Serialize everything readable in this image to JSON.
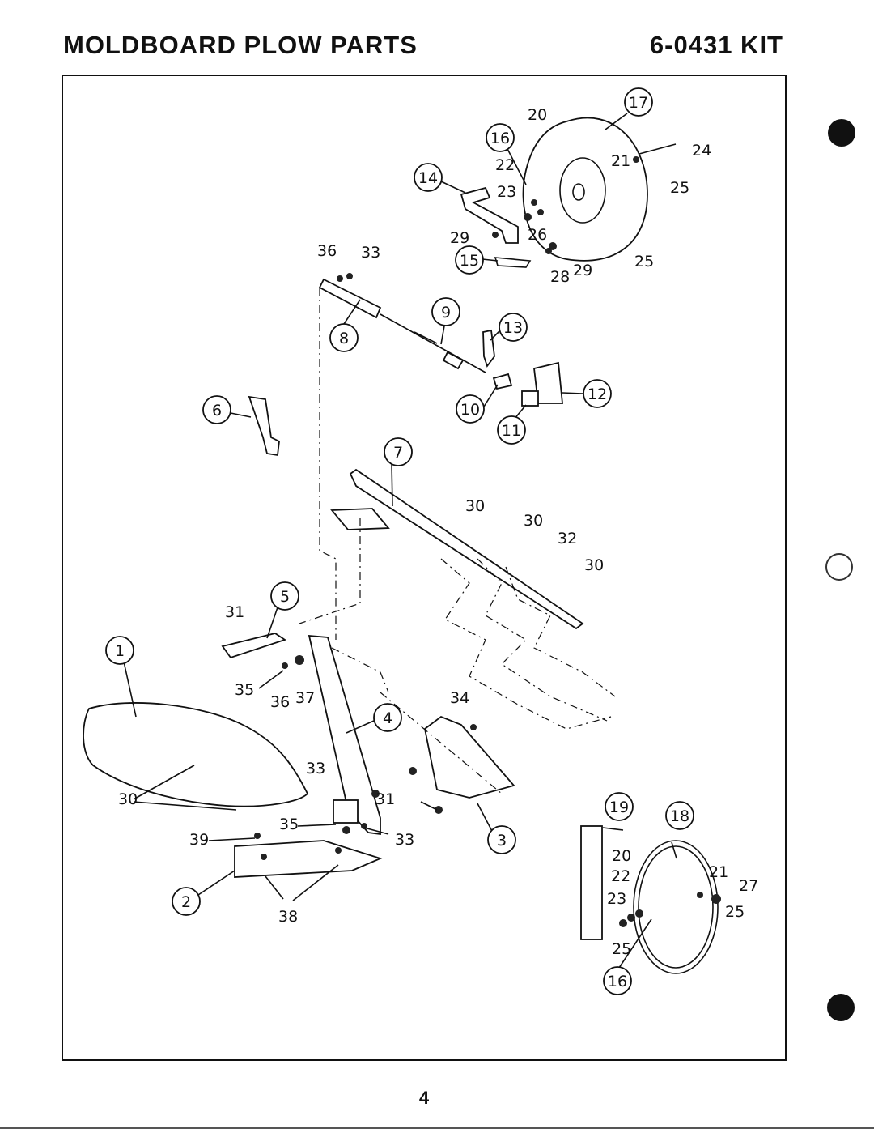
{
  "header": {
    "title": "MOLDBOARD PLOW PARTS",
    "kit": "6-0431 KIT"
  },
  "page_number": "4",
  "diagram": {
    "callouts": [
      "1",
      "2",
      "3",
      "4",
      "5",
      "6",
      "7",
      "8",
      "9",
      "10",
      "11",
      "12",
      "13",
      "14",
      "15",
      "16",
      "17",
      "18",
      "19",
      "16"
    ],
    "labels": [
      "20",
      "21",
      "22",
      "23",
      "24",
      "25",
      "26",
      "29",
      "25",
      "28",
      "29",
      "36",
      "33",
      "30",
      "30",
      "32",
      "30",
      "31",
      "35",
      "36",
      "37",
      "34",
      "33",
      "30",
      "31",
      "33",
      "35",
      "39",
      "38",
      "20",
      "22",
      "21",
      "27",
      "23",
      "25",
      "25"
    ]
  },
  "punch_holes": [
    "filled",
    "open",
    "filled"
  ]
}
